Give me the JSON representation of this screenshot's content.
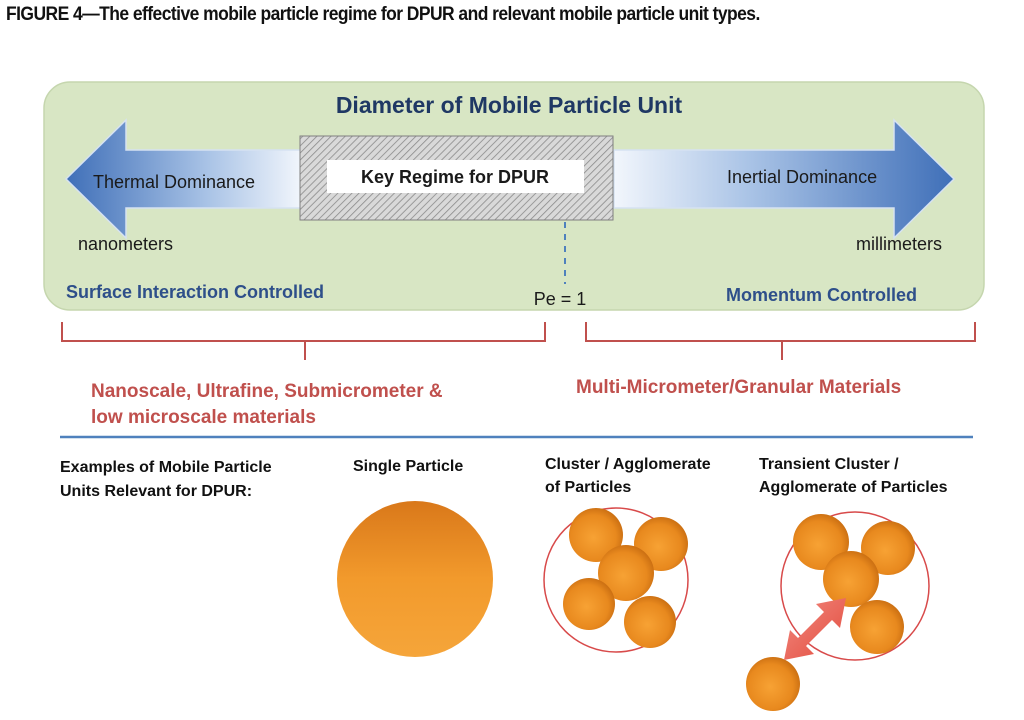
{
  "caption": "FIGURE 4—The effective mobile particle regime for DPUR and relevant mobile particle unit types.",
  "panel": {
    "title": "Diameter of Mobile Particle Unit",
    "left_arrow_label": "Thermal Dominance",
    "center_box_label": "Key Regime for DPUR",
    "right_arrow_label": "Inertial Dominance",
    "left_scale": "nanometers",
    "right_scale": "millimeters",
    "left_regime": "Surface Interaction Controlled",
    "marker_label": "Pe = 1",
    "right_regime": "Momentum Controlled"
  },
  "categories": {
    "left_line1": "Nanoscale, Ultrafine, Submicrometer &",
    "left_line2": "low microscale materials",
    "right": "Multi-Micrometer/Granular Materials"
  },
  "examples": {
    "heading_line1": "Examples of Mobile Particle",
    "heading_line2": "Units Relevant for DPUR:",
    "single_label": "Single Particle",
    "cluster_line1": "Cluster / Agglomerate",
    "cluster_line2": "of Particles",
    "transient_line1": "Transient Cluster /",
    "transient_line2": "Agglomerate of Particles"
  },
  "colors": {
    "panel_fill": "#d8e6c4",
    "arrow_blue": "#4a78bf",
    "title_text": "#1f3864",
    "regime_text": "#2e4f8a",
    "category_red": "#c0504d",
    "brace_red": "#c0504d",
    "divider_blue": "#4f81bd",
    "particle_orange": "#e8891e",
    "ring_red": "#d84a4a"
  }
}
